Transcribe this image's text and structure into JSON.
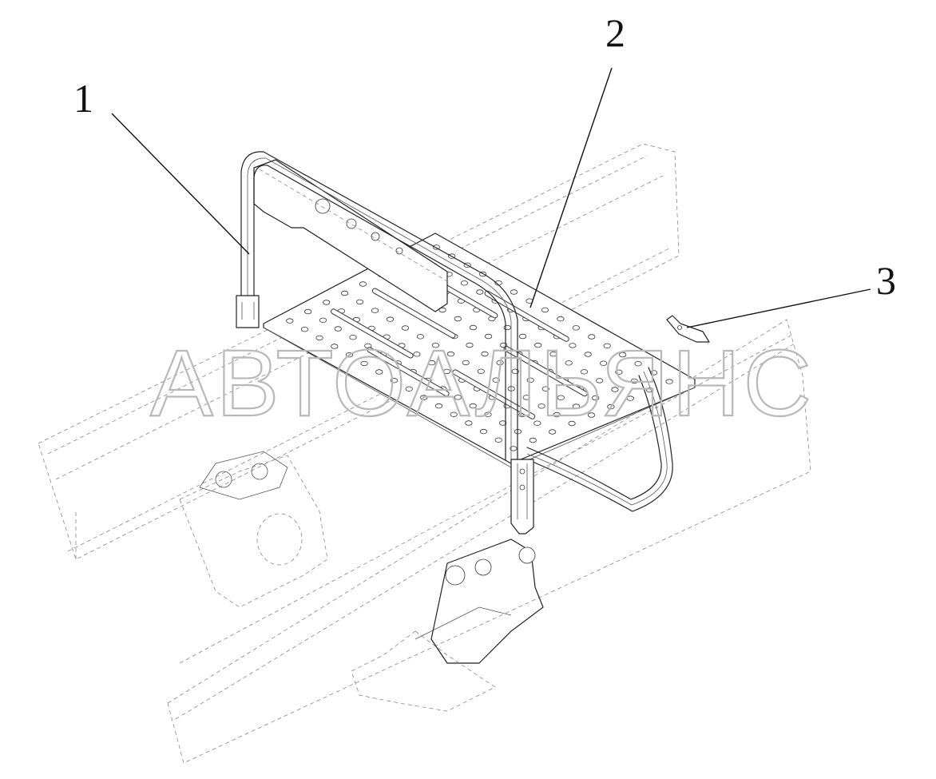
{
  "callouts": [
    {
      "label": "1",
      "name": "callout-1"
    },
    {
      "label": "2",
      "name": "callout-2"
    },
    {
      "label": "3",
      "name": "callout-3"
    }
  ],
  "watermark": "АВТОАЛЬЯНС"
}
